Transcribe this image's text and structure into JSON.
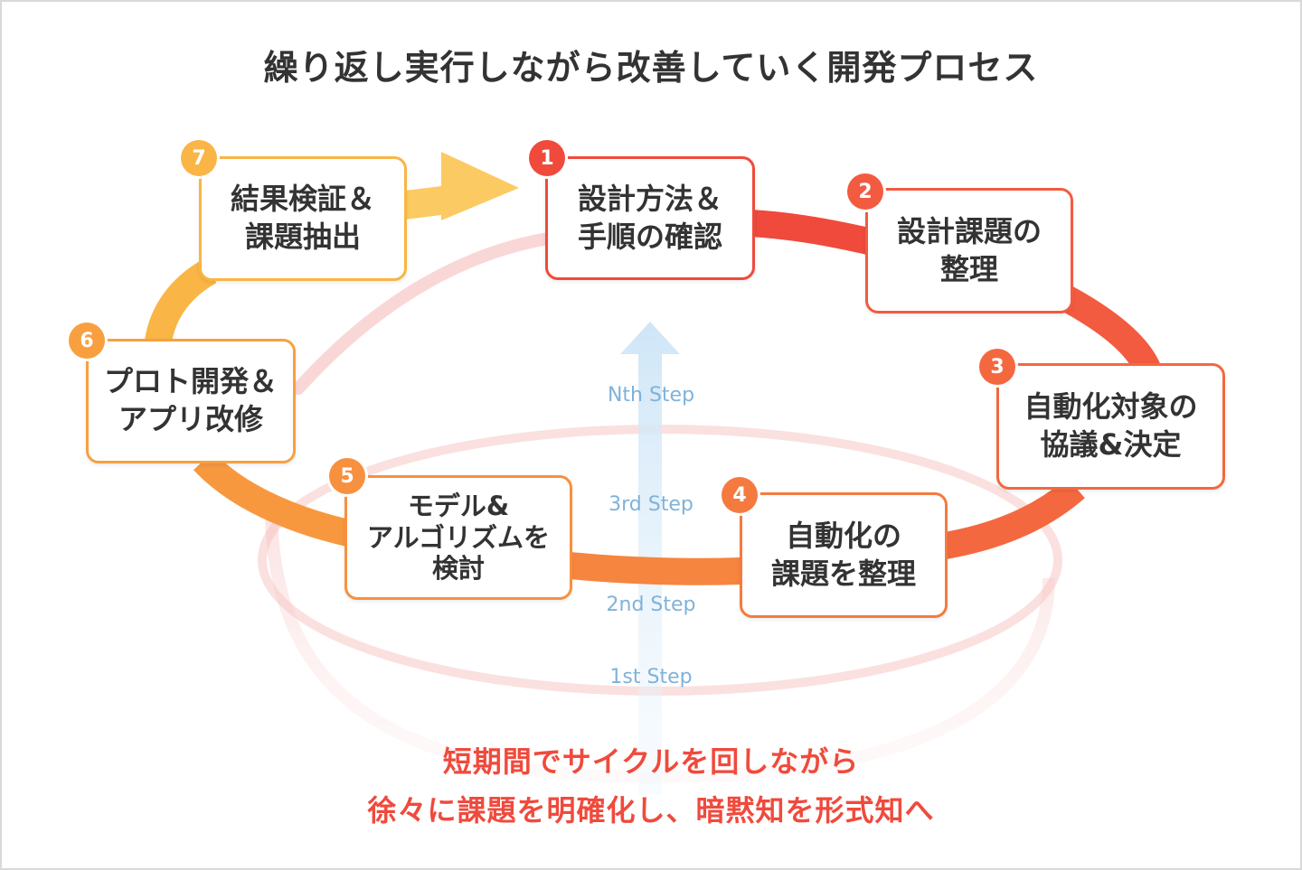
{
  "title": "繰り返し実行しながら改善していく開発プロセス",
  "steps": [
    {
      "num": "1",
      "lines": [
        "設計方法＆",
        "手順の確認"
      ],
      "color": "#f04a3c"
    },
    {
      "num": "2",
      "lines": [
        "設計課題の",
        "整理"
      ],
      "color": "#f25b40"
    },
    {
      "num": "3",
      "lines": [
        "自動化対象の",
        "協議&決定"
      ],
      "color": "#f4683f"
    },
    {
      "num": "4",
      "lines": [
        "自動化の",
        "課題を整理"
      ],
      "color": "#f57a3f"
    },
    {
      "num": "5",
      "lines": [
        "モデル&",
        "アルゴリズムを",
        "検討"
      ],
      "color": "#f7903f"
    },
    {
      "num": "6",
      "lines": [
        "プロト開発＆",
        "アプリ改修"
      ],
      "color": "#f8a040"
    },
    {
      "num": "7",
      "lines": [
        "結果検証＆",
        "課題抽出"
      ],
      "color": "#f9b545"
    }
  ],
  "iterations": [
    "Nth Step",
    "3rd Step",
    "2nd Step",
    "1st Step"
  ],
  "footer": [
    "短期間でサイクルを回しながら",
    "徐々に課題を明確化し、暗黙知を形式知へ"
  ]
}
